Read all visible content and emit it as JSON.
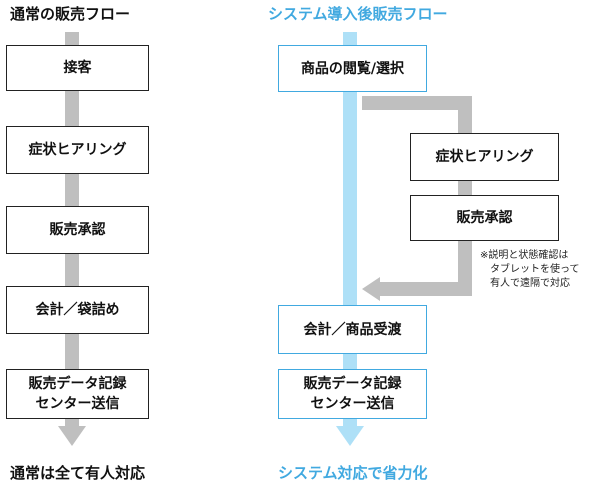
{
  "colors": {
    "grey_flow": "#bfbfbf",
    "blue_flow": "#aee0f7",
    "blue_accent": "#41a9e0",
    "box_border": "#222222"
  },
  "left": {
    "title": "通常の販売フロー",
    "steps": [
      "接客",
      "症状ヒアリング",
      "販売承認",
      "会計／袋詰め",
      "販売データ記録\nセンター送信"
    ],
    "footer": "通常は全て有人対応"
  },
  "right": {
    "title": "システム導入後販売フロー",
    "main_steps": [
      "商品の閲覧/選択",
      "会計／商品受渡",
      "販売データ記録\nセンター送信"
    ],
    "branch_steps": [
      "症状ヒアリング",
      "販売承認"
    ],
    "note": "※説明と状態確認は\n　タブレットを使って\n　有人で遠隔で対応",
    "footer": "システム対応で省力化"
  }
}
